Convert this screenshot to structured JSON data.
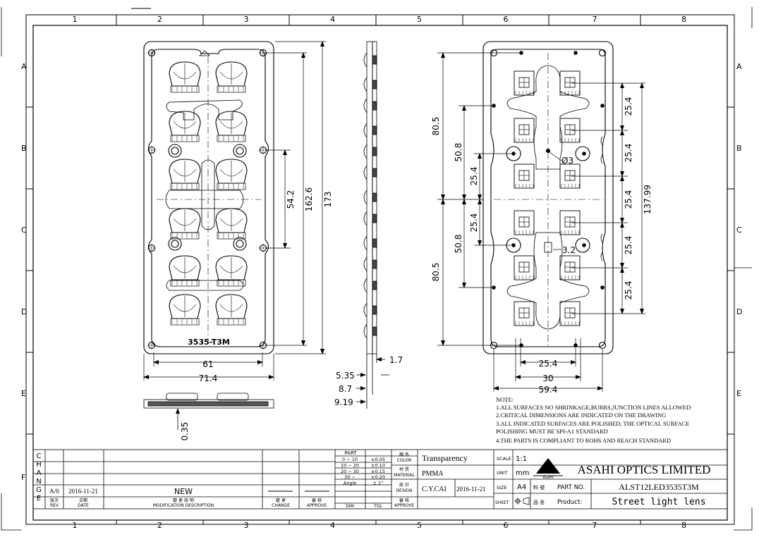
{
  "border": {
    "columns": [
      "1",
      "2",
      "3",
      "4",
      "5",
      "6",
      "7",
      "8"
    ],
    "rows": [
      "A",
      "B",
      "C",
      "D",
      "E",
      "F"
    ]
  },
  "front_view": {
    "label": "3535-T3M",
    "dims": {
      "width_inner": "61",
      "width_outer": "71.4",
      "h1": "54.2",
      "h2": "162.6",
      "h3": "173"
    }
  },
  "bottom_view": {
    "dim": "0.35"
  },
  "side_view": {
    "dims": {
      "a": "1.7",
      "b": "5.35",
      "c": "8.7",
      "d": "9.19"
    }
  },
  "back_view": {
    "dims": {
      "left1": "80.5",
      "left2": "50.8",
      "left3": "25.4",
      "left4": "25.4",
      "left5": "50.8",
      "left6": "80.5",
      "right1": "25.4",
      "right2": "25.4",
      "right3": "25.4",
      "right4": "25.4",
      "right5": "25.4",
      "right_total": "137.99",
      "hole": "Ø3",
      "slot": "3.2",
      "bottom1": "25.4",
      "bottom2": "30",
      "bottom3": "59.4"
    }
  },
  "notes": {
    "title": "NOTE:",
    "lines": [
      "1.ALL SURFACES NO SHRINKAGE,BURRS,JUNCTION LINES ALLOWED",
      "2.CRITICAL DIMENSIONS ARE INDICATED ON THE DRAWING",
      "3.ALL INDICATED SURFACES ARE POLISHED, THE OPTICAL SURFACE",
      "POLISHING MUST BE SPI-A1 STANDARD",
      "4.THE PARTS IS COMPLIANT TO ROHS AND REACH STANDARD"
    ]
  },
  "title_block": {
    "change_letters": [
      "C",
      "H",
      "A",
      "N",
      "G",
      "E"
    ],
    "rev": "A/0",
    "date": "2016-11-21",
    "modification": "NEW",
    "rev_label_cn": "版次",
    "rev_label": "REV",
    "date_label_cn": "日期",
    "date_label": "DATE",
    "mod_label_cn": "變 更 說 明",
    "mod_label": "MODIFICATION DESCRIPTION",
    "change_label_cn": "變 更",
    "change_label": "CHANGE",
    "approve_label_cn": "審 核",
    "approve_label": "APPROVE",
    "tol_title": "PART",
    "tol_rows": [
      [
        "0 ~ 10",
        "±0.05"
      ],
      [
        "10 ~ 20",
        "±0.10"
      ],
      [
        "20 ~ 30",
        "±0.15"
      ],
      [
        "30 ~",
        "±0.20"
      ],
      [
        "Angle",
        "± 1°"
      ]
    ],
    "dim_label": "DIM",
    "tol_label": "TOL",
    "color_label_cn": "顏 色",
    "color_label": "COLOR",
    "material_label_cn": "材 質",
    "material_label": "MATERIAL",
    "design_label_cn": "設 計",
    "design_label": "DESIGN",
    "approve2_label_cn": "審 核",
    "approve2_label": "APPROVE",
    "color": "Transparency",
    "material": "PMMA",
    "designer": "C.Y.CAI",
    "design_date": "2016-11-21",
    "scale_label": "SCALE",
    "scale": "1:1",
    "unit_label": "UNIT",
    "unit": "mm",
    "size_label": "SIZE",
    "size": "A4",
    "sheet_label": "SHEET",
    "company": "ASAHI OPTICS LIMITED",
    "logo_text": "ASAHI",
    "part_no_label_cn": "料 號",
    "part_no_label": "PART NO.",
    "part_no": "ALST12LED3535T3M",
    "product_label_cn": "品 名",
    "product_label": "Product:",
    "product": "Street light lens"
  }
}
